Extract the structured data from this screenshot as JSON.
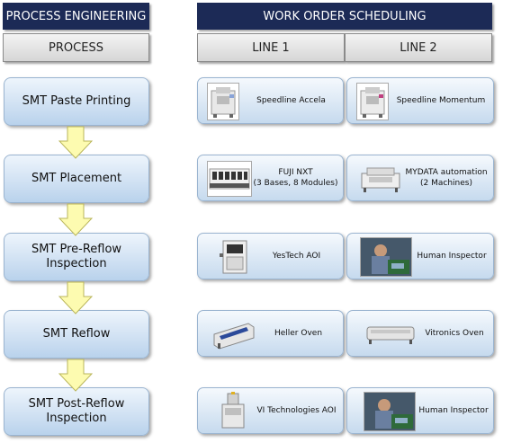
{
  "headers": {
    "process_engineering": "PROCESS ENGINEERING",
    "work_order_scheduling": "WORK ORDER SCHEDULING",
    "process": "PROCESS",
    "line1": "LINE 1",
    "line2": "LINE 2"
  },
  "steps": [
    {
      "name": "SMT Paste Printing",
      "line1": "Speedline Accela",
      "line2": "Speedline Momentum"
    },
    {
      "name": "SMT Placement",
      "line1": "FUJI NXT\n(3 Bases, 8 Modules)",
      "line2": "MYDATA automation\n(2 Machines)"
    },
    {
      "name": "SMT Pre-Reflow\nInspection",
      "line1": "YesTech AOI",
      "line2": "Human Inspector"
    },
    {
      "name": "SMT Reflow",
      "line1": "Heller Oven",
      "line2": "Vitronics Oven"
    },
    {
      "name": "SMT Post-Reflow\nInspection",
      "line1": "VI Technologies AOI",
      "line2": "Human Inspector"
    }
  ],
  "colors": {
    "header_bg": "#1c2a56",
    "arrow_fill": "#fdfbb0",
    "arrow_stroke": "#b9b55a",
    "box_top": "#eef5fc",
    "box_bottom": "#b9d2ec"
  }
}
